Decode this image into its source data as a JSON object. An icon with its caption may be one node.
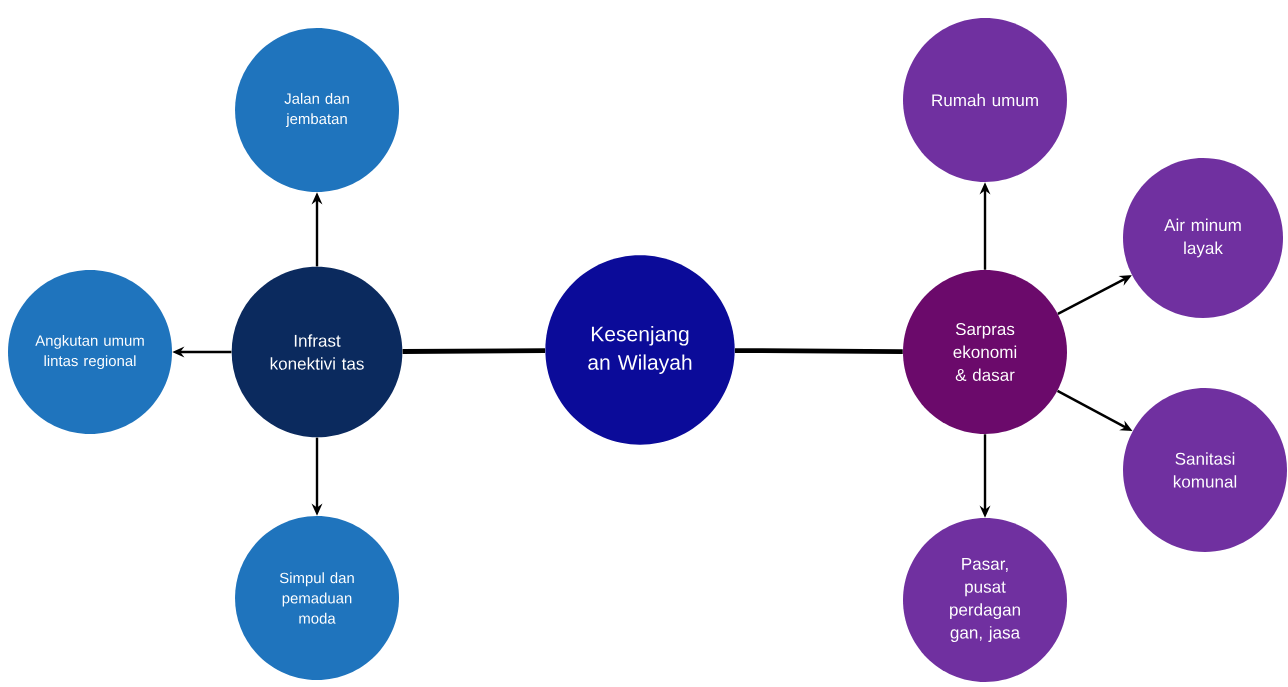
{
  "diagram": {
    "nodes": [
      {
        "text": [
          "Kesenjang an Wilayah"
        ]
      },
      {
        "text": [
          "Infrast konektivi tas"
        ]
      },
      {
        "text": [
          "Jalan dan jembatan"
        ]
      },
      {
        "text": [
          "Angkutan umum lintas regional"
        ]
      },
      {
        "text": [
          "Simpul dan pemaduan moda"
        ]
      },
      {
        "text": [
          "Sarpras ekonomi & dasar"
        ]
      },
      {
        "text": [
          "Rumah umum"
        ]
      },
      {
        "text": [
          "Air minum layak"
        ]
      },
      {
        "text": [
          "Sanitasi komunal"
        ]
      },
      {
        "text": [
          "Pasar, pusat perdagan gan, jasa"
        ]
      }
    ],
    "edges": [
      {
        "from": 1,
        "to": 0,
        "arrow": "none",
        "style": "thick"
      },
      {
        "from": 0,
        "to": 5,
        "arrow": "none",
        "style": "thick"
      },
      {
        "from": 1,
        "to": 2,
        "arrow": "to"
      },
      {
        "from": 1,
        "to": 3,
        "arrow": "to"
      },
      {
        "from": 1,
        "to": 4,
        "arrow": "to"
      },
      {
        "from": 5,
        "to": 6,
        "arrow": "to"
      },
      {
        "from": 5,
        "to": 7,
        "arrow": "to"
      },
      {
        "from": 5,
        "to": 8,
        "arrow": "to"
      },
      {
        "from": 5,
        "to": 9,
        "arrow": "to"
      }
    ]
  }
}
